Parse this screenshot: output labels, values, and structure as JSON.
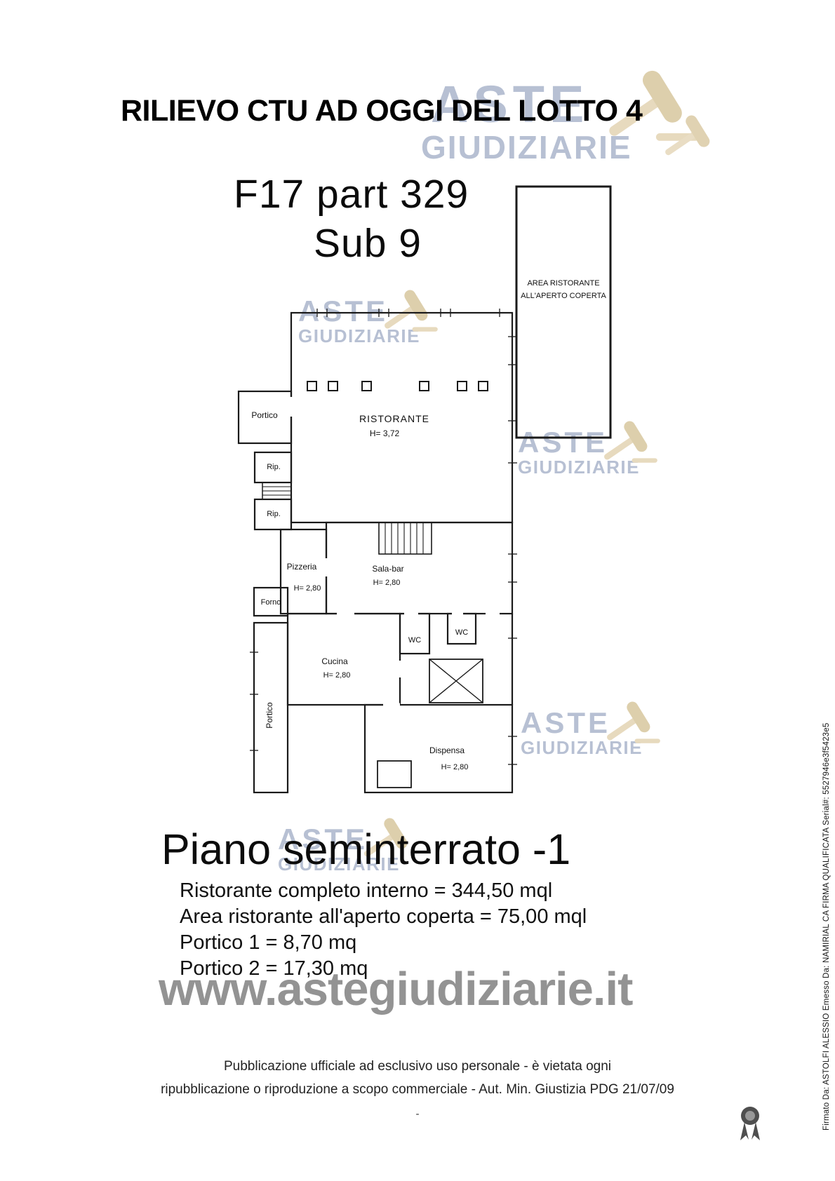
{
  "colors": {
    "watermark_blue": "#b7c0d3",
    "gavel_tan": "#e7dabe",
    "url_watermark_gray": "#8e8e8e",
    "wall_black": "#1a1a1a"
  },
  "logo": {
    "line1": "ASTE",
    "line2": "GIUDIZIARIE"
  },
  "header": {
    "title": "RILIEVO CTU AD OGGI DEL LOTTO 4",
    "cadastral_line1": "F17 part 329",
    "cadastral_line2": "Sub 9"
  },
  "plan": {
    "rooms": {
      "area_aperta": {
        "line1": "AREA RISTORANTE",
        "line2": "ALL'APERTO COPERTA"
      },
      "ristorante": {
        "name": "RISTORANTE",
        "h": "H= 3,72"
      },
      "portico_top": {
        "name": "Portico"
      },
      "rip1": {
        "name": "Rip."
      },
      "rip2": {
        "name": "Rip."
      },
      "pizzeria": {
        "name": "Pizzeria",
        "h": "H= 2,80"
      },
      "forno": {
        "name": "Forno"
      },
      "sala_bar": {
        "name": "Sala-bar",
        "h": "H= 2,80"
      },
      "wc1": {
        "name": "WC"
      },
      "wc2": {
        "name": "WC"
      },
      "cucina": {
        "name": "Cucina",
        "h": "H= 2,80"
      },
      "portico_left": {
        "name": "Portico"
      },
      "dispensa": {
        "name": "Dispensa",
        "h": "H= 2,80"
      }
    }
  },
  "summary": {
    "floor_heading": "Piano seminterrato -1",
    "measurements": [
      "Ristorante completo interno = 344,50 mql",
      "Area ristorante all'aperto coperta = 75,00 mql",
      "Portico 1 = 8,70 mq",
      "Portico 2 = 17,30 mq"
    ]
  },
  "watermark_url": "www.astegiudiziarie.it",
  "footer": {
    "line1": "Pubblicazione ufficiale ad esclusivo uso personale - è vietata ogni",
    "line2": "ripubblicazione o riproduzione a scopo commerciale - Aut. Min. Giustizia PDG 21/07/09",
    "dash": "-"
  },
  "signature": {
    "text": "Firmato Da: ASTOLFI ALESSIO Emesso Da: NAMIRIAL CA FIRMA QUALIFICATA Serial#: 5527946e3f5423e5"
  }
}
